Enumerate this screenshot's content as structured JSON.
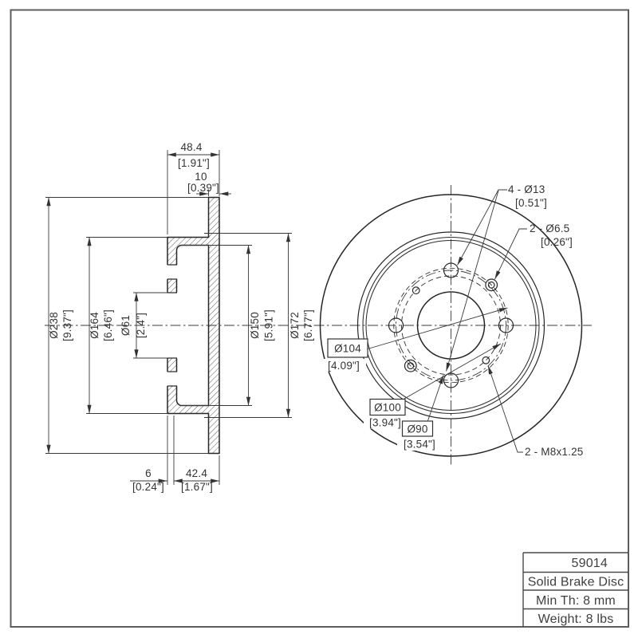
{
  "section_view": {
    "dim_width_total": {
      "mm": "48.4",
      "in": "[1.91\"]"
    },
    "dim_disc_thickness": {
      "mm": "10",
      "in": "[0.39\"]"
    },
    "dim_outer_diameter": {
      "mm": "Ø238",
      "in": "[9.37\"]"
    },
    "dim_hat_diameter": {
      "mm": "Ø164",
      "in": "[6.46\"]"
    },
    "dim_center_bore": {
      "mm": "Ø61",
      "in": "[2.4\"]"
    },
    "dim_hat_inner": {
      "mm": "Ø150",
      "in": "[5.91\"]"
    },
    "dim_step_diameter": {
      "mm": "Ø172",
      "in": "[6.77\"]"
    },
    "dim_flange_thickness": {
      "mm": "6",
      "in": "[0.24\"]"
    },
    "dim_inset_depth": {
      "mm": "42.4",
      "in": "[1.67\"]"
    }
  },
  "front_view": {
    "callout_lug_holes": {
      "count_dia": "4 - Ø13",
      "in": "[0.51\"]"
    },
    "callout_small_holes": {
      "count_dia": "2 - Ø6.5",
      "in": "[0.26\"]"
    },
    "callout_d104": {
      "dia": "Ø104",
      "in": "[4.09\"]"
    },
    "callout_d100": {
      "dia": "Ø100",
      "in": "[3.94\"]"
    },
    "callout_d90": {
      "dia": "Ø90",
      "in": "[3.54\"]"
    },
    "callout_thread": "2 - M8x1.25"
  },
  "title_block": {
    "part_number": "59014",
    "product_type": "Solid Brake Disc",
    "min_thickness": "Min Th: 8 mm",
    "weight": "Weight: 8 lbs"
  }
}
